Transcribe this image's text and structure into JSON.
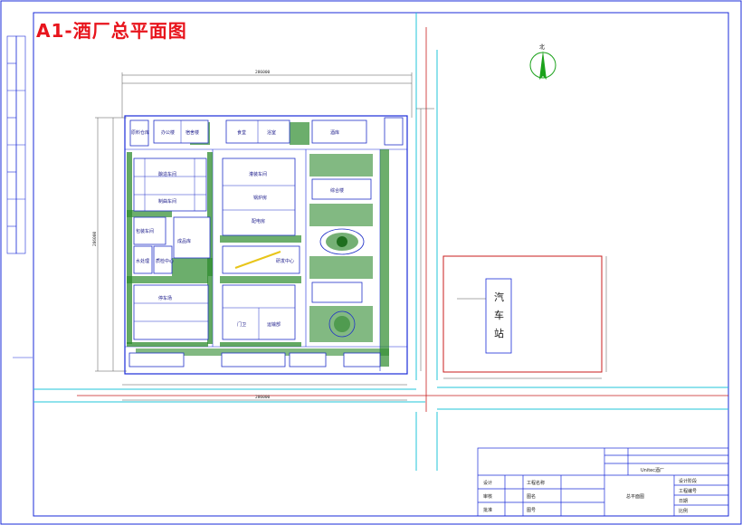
{
  "drawing": {
    "title": "A1-酒厂总平面图",
    "north_label": "北",
    "total_width_dim": "286000",
    "total_height_dim": "286000",
    "colors": {
      "title_red": "#e8141c",
      "border_blue": "#1a2bd8",
      "road_cyan": "#22c4d8",
      "road_red": "#c81e1e",
      "building_blue": "#2030c8",
      "green_fill": "#2e8b2e",
      "dim_gray": "#555555"
    }
  },
  "site": {
    "buildings": [
      {
        "id": "b1",
        "label": "原料仓库"
      },
      {
        "id": "b2",
        "label": "办公楼"
      },
      {
        "id": "b3",
        "label": "宿舍楼"
      },
      {
        "id": "b4",
        "label": "食堂"
      },
      {
        "id": "b5",
        "label": "浴室"
      },
      {
        "id": "b6",
        "label": "酒库"
      },
      {
        "id": "b7",
        "label": "酿造车间"
      },
      {
        "id": "b8",
        "label": "制曲车间"
      },
      {
        "id": "b9",
        "label": "灌装车间"
      },
      {
        "id": "b10",
        "label": "锅炉房"
      },
      {
        "id": "b11",
        "label": "配电房"
      },
      {
        "id": "b12",
        "label": "综合楼"
      },
      {
        "id": "b13",
        "label": "成品库"
      },
      {
        "id": "b14",
        "label": "包装车间"
      },
      {
        "id": "b15",
        "label": "水处理"
      },
      {
        "id": "b16",
        "label": "质检中心"
      },
      {
        "id": "b17",
        "label": "研发中心"
      },
      {
        "id": "b18",
        "label": "停车场"
      },
      {
        "id": "b19",
        "label": "门卫"
      },
      {
        "id": "b20",
        "label": "运输部"
      }
    ],
    "station_label": "汽车站",
    "station_chars": [
      "汽",
      "车",
      "站"
    ]
  },
  "title_block": {
    "row_labels": [
      "设计",
      "审核",
      "批准"
    ],
    "cols": [
      "工程名称",
      "图名",
      "图号"
    ],
    "project": "Unitec酒厂",
    "drawing_name": "总平面图",
    "right_labels": [
      "设计阶段",
      "工程编号",
      "日期",
      "比例"
    ]
  }
}
